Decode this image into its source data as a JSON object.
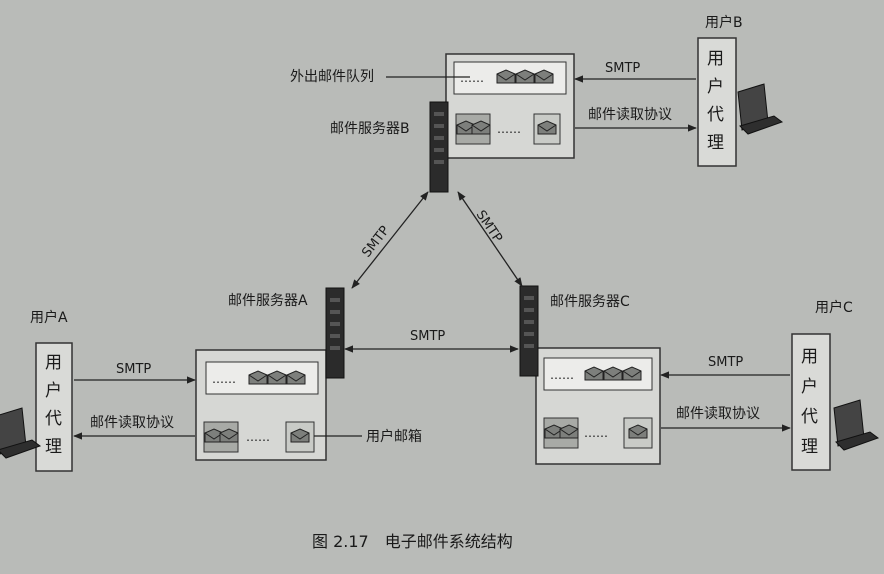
{
  "figure": {
    "caption": "图 2.17　电子邮件系统结构"
  },
  "users": {
    "a": {
      "label": "用户A",
      "agent_chars": [
        "用",
        "户",
        "代",
        "理"
      ]
    },
    "b": {
      "label": "用户B",
      "agent_chars": [
        "用",
        "户",
        "代",
        "理"
      ]
    },
    "c": {
      "label": "用户C",
      "agent_chars": [
        "用",
        "户",
        "代",
        "理"
      ]
    }
  },
  "servers": {
    "a": {
      "label": "邮件服务器A"
    },
    "b": {
      "label": "邮件服务器B"
    },
    "c": {
      "label": "邮件服务器C"
    }
  },
  "annotations": {
    "outgoing_queue": "外出邮件队列",
    "user_mailbox": "用户邮箱",
    "queue_dots": "……",
    "mailbox_dots": "……"
  },
  "links": {
    "smtp": "SMTP",
    "read_protocol": "邮件读取协议"
  }
}
